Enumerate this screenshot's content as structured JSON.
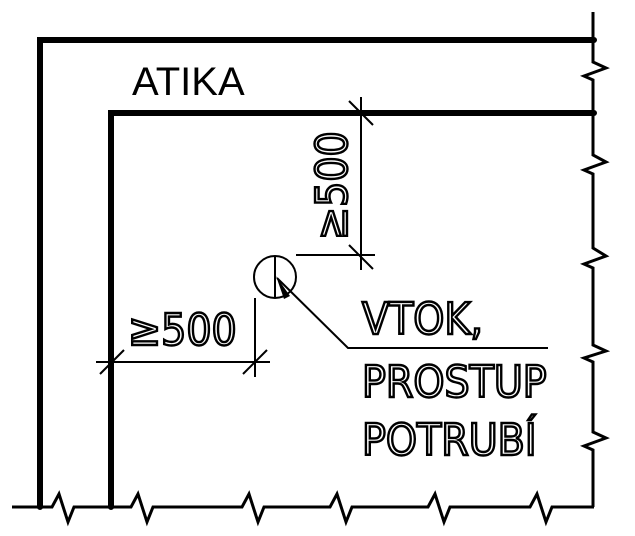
{
  "drawing": {
    "title_label": "ATIKA",
    "dim_vertical_label": "≥500",
    "dim_horizontal_label": "≥500",
    "note_lines": [
      "VTOK,",
      "PROSTUP",
      "POTRUBÍ"
    ],
    "line_color": "#000000",
    "background_color": "#ffffff"
  }
}
